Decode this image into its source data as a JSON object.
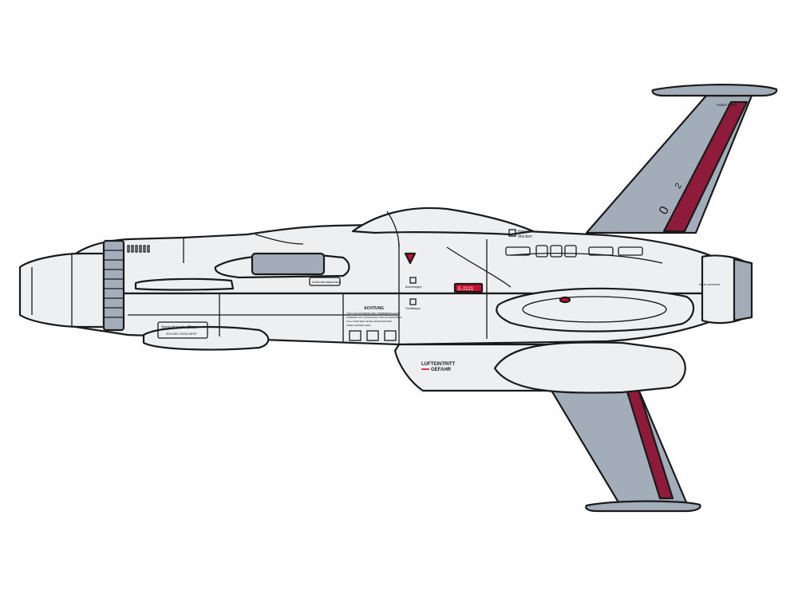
{
  "colors": {
    "hull": "#eeeff1",
    "panel_gray": "#a3adb9",
    "stripe_red": "#8e1b3a",
    "line": "#1a1a1a",
    "badge_red": "#c8102e"
  },
  "markings": {
    "vorsicht_title": "Vorsicht beim öffnen",
    "vorsicht_sub": "SCHUSS GESICHERT",
    "aussen_label": "Außenbordanschluß",
    "achtung_title": "ACHTUNG",
    "achtung_lines": [
      "VOR UND WÄHREND DES TRIEBWERKSLAUFS",
      "ZUSEHEN AN LUFTEINLAUF UND IM GEFAHREN-",
      "FÄLL 5 METERN KEINE GEGENSTÄNDE",
      "ODER HANDEN SEIN!"
    ],
    "haken_top": "Hakenhalter",
    "haken_line1": "Haken",
    "haken_line2": "drucken",
    "small_hatch_1": "Bodenklappe",
    "small_hatch_2": "Gerätklappe",
    "lufteintritt_1": "LUFTEINTRITT",
    "lufteintritt_2": "GEFAHR",
    "red_badge_text": "E-2121",
    "fin_number_1": "2",
    "fin_number_2": "0",
    "rear_label": "Nicht schieben",
    "tail_small_label": "Haken lösen"
  }
}
